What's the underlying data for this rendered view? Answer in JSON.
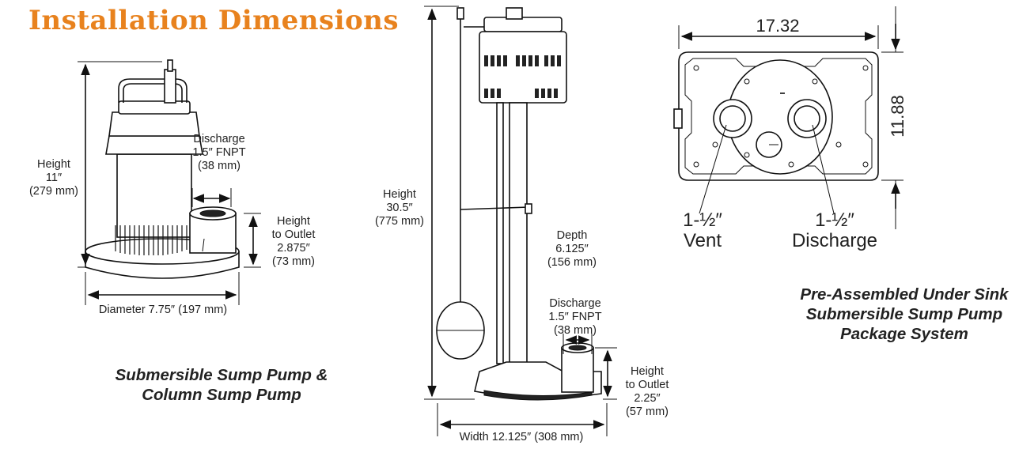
{
  "title": "Installation Dimensions",
  "colors": {
    "title": "#e8821e",
    "ink": "#222222",
    "background": "#ffffff"
  },
  "submersible": {
    "height": "Height\n11″\n(279 mm)",
    "discharge": "Discharge\n1.5″ FNPT\n(38 mm)",
    "outlet_height": "Height\nto Outlet\n2.875″\n(73 mm)",
    "diameter": "Diameter 7.75″ (197 mm)"
  },
  "column": {
    "height": "Height\n30.5″\n(775 mm)",
    "depth": "Depth\n6.125″\n(156 mm)",
    "discharge": "Discharge\n1.5″ FNPT\n(38 mm)",
    "outlet_height": "Height\nto Outlet\n2.25″\n(57 mm)",
    "width": "Width 12.125″ (308 mm)"
  },
  "left_caption": "Submersible Sump Pump &\nColumn Sump Pump",
  "under_sink": {
    "width": "17.32",
    "height": "11.88",
    "vent": "1-½″\nVent",
    "discharge": "1-½″\nDischarge",
    "caption": "Pre-Assembled Under Sink\nSubmersible Sump Pump\nPackage System"
  }
}
